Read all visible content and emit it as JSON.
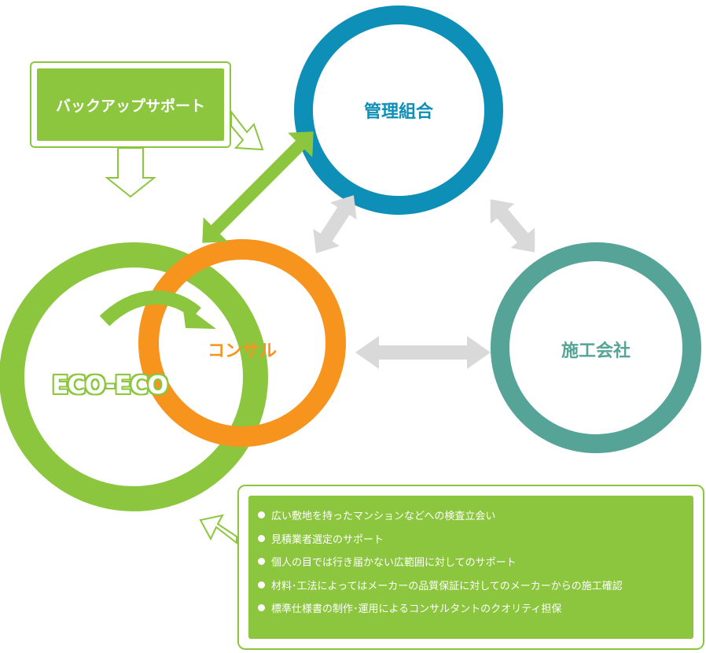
{
  "nodes": {
    "kanri": {
      "label": "管理組合",
      "color": "#0e8fb8"
    },
    "sekou": {
      "label": "施工会社",
      "color": "#56a397"
    },
    "consul": {
      "label": "コンサル",
      "color": "#f7941d"
    },
    "eco": {
      "label": "ECO-ECO",
      "color": "#8cc63f"
    }
  },
  "backup_support": {
    "label": "バックアップサポート"
  },
  "services": {
    "items": [
      "広い敷地を持ったマンションなどへの検査立会い",
      "見積業者選定のサポート",
      "個人の目では行き届かない広範囲に対してのサポート",
      "材料･工法によってはメーカーの品質保証に対してのメーカーからの施工確認",
      "標準仕様書の制作･運用によるコンサルタントのクオリティ担保"
    ]
  },
  "colors": {
    "green": "#8cc63f",
    "gray_arrow": "#d9d9d9"
  }
}
